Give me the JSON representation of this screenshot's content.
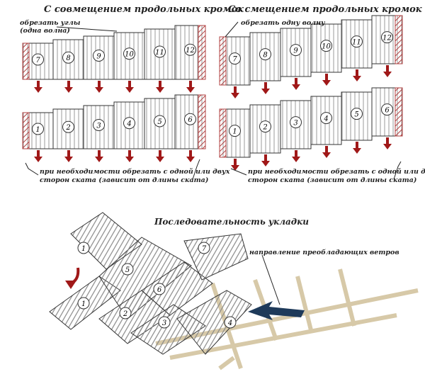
{
  "panels": [
    {
      "title": "С совмещением продольных кромок",
      "top_note_1": "обрезать углы",
      "top_note_2": "(одна волна)",
      "top_row": [
        "7",
        "8",
        "9",
        "10",
        "11",
        "12"
      ],
      "bottom_row": [
        "1",
        "2",
        "3",
        "4",
        "5",
        "6"
      ],
      "bottom_note_1": "при необходимости обрезать с одной или двух",
      "bottom_note_2": "сторон ската (зависит от длины ската)"
    },
    {
      "title": "Со смещением продольных кромок",
      "top_note_1": "обрезать одну волну",
      "top_row": [
        "7",
        "8",
        "9",
        "10",
        "11",
        "12"
      ],
      "bottom_row": [
        "1",
        "2",
        "3",
        "4",
        "5",
        "6"
      ],
      "bottom_note_1": "при необходимости обрезать с одной или двух",
      "bottom_note_2": "сторон ската (зависит от длины ската)"
    }
  ],
  "sequence": {
    "title": "Последовательность укладки",
    "wind_label": "направление преобладающих ветров",
    "loose_sheet": "1",
    "sheets": [
      "1",
      "2",
      "3",
      "4",
      "5",
      "6",
      "7"
    ]
  },
  "colors": {
    "arrow": "#a01818",
    "hatch": "#b04040",
    "wind": "#1e3a5a",
    "sheet": "#888"
  }
}
